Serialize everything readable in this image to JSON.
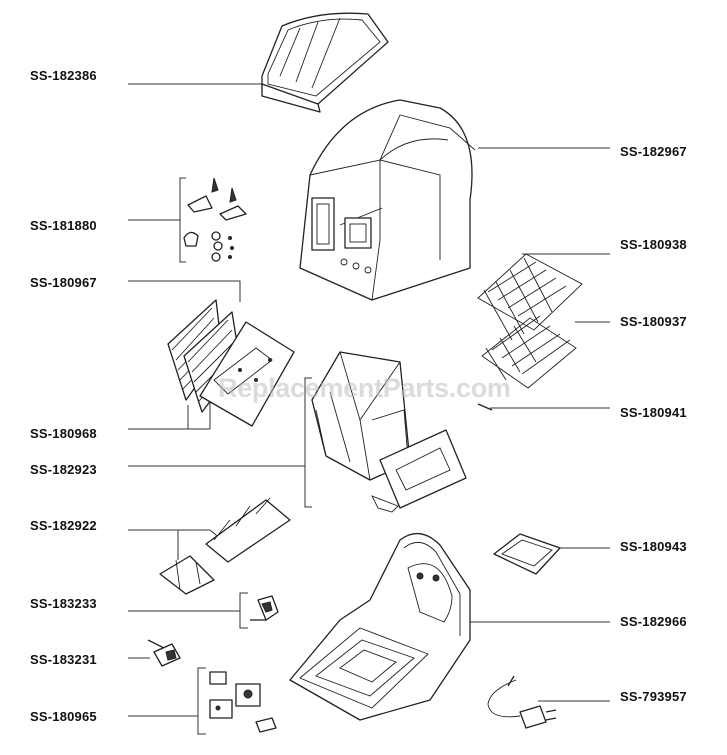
{
  "watermark": "ReplacementParts.com",
  "labels": {
    "ss182386": "SS-182386",
    "ss181880": "SS-181880",
    "ss180967": "SS-180967",
    "ss180968": "SS-180968",
    "ss182923": "SS-182923",
    "ss182922": "SS-182922",
    "ss183233": "SS-183233",
    "ss183231": "SS-183231",
    "ss180965": "SS-180965",
    "ss182967": "SS-182967",
    "ss180938": "SS-180938",
    "ss180937": "SS-180937",
    "ss180941": "SS-180941",
    "ss180943": "SS-180943",
    "ss182966": "SS-182966",
    "ss793957": "SS-793957"
  }
}
